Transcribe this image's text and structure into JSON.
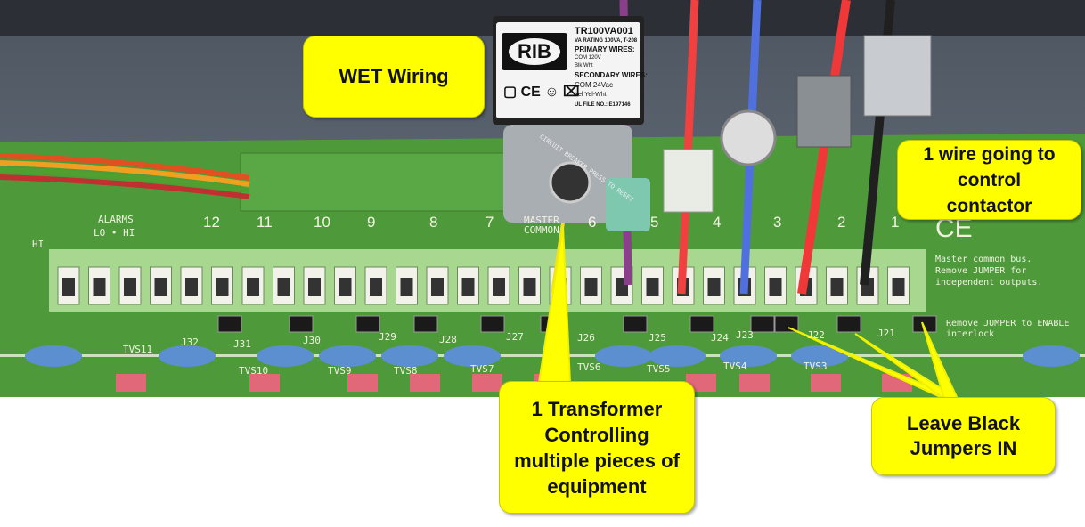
{
  "callouts": {
    "wet_wiring": "WET Wiring",
    "contactor_wire": "1 wire going to control contactor",
    "transformer": "1 Transformer Controlling multiple pieces of equipment",
    "jumpers": "Leave Black Jumpers IN"
  },
  "transformer_label": {
    "brand": "RIB",
    "model": "TR100VA001",
    "rating": "VA RATING 100VA, T-208",
    "primary": "PRIMARY WIRES:",
    "primary_values": "COM        120V",
    "primary_colors": "Blk        Wht",
    "secondary": "SECONDARY WIRES:",
    "secondary_values": "COM  24Vac",
    "secondary_colors": "Yel    Yel-Wht",
    "ul_file": "UL FILE NO.: E197146",
    "breaker": "CIRCUIT BREAKER PRESS TO RESET"
  },
  "board": {
    "alarms": "ALARMS",
    "lo_hi": "LO • HI",
    "hi": "HI",
    "master_common": "MASTER COMMON",
    "terminal_numbers": [
      "12",
      "11",
      "10",
      "9",
      "8",
      "7",
      "6",
      "5",
      "4",
      "3",
      "2",
      "1"
    ],
    "note_bus": "Master common bus. Remove JUMPER for independent outputs.",
    "note_interlock": "Remove JUMPER to ENABLE interlock",
    "ce": "CE",
    "jumpers": [
      "J32",
      "J31",
      "J30",
      "J29",
      "J28",
      "J27",
      "J26",
      "J25",
      "J24",
      "J23",
      "J22",
      "J21"
    ],
    "tvs": [
      "TVS11",
      "TVS10",
      "TVS9",
      "TVS8",
      "TVS7",
      "TVS6",
      "TVS5",
      "TVS4",
      "TVS3"
    ]
  },
  "colors": {
    "callout": "#ffff00",
    "board": "#4e9a3a",
    "enclosure": "#5d6873"
  }
}
